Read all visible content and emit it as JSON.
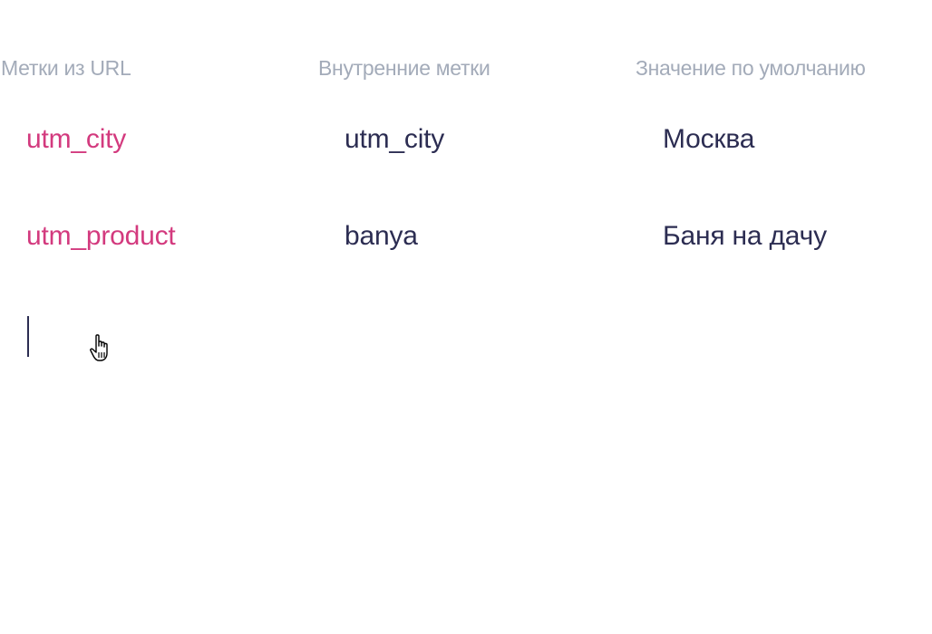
{
  "columns": [
    {
      "label": "Метки из URL"
    },
    {
      "label": "Внутренние метки"
    },
    {
      "label": "Значение по умолчанию"
    }
  ],
  "rows": [
    {
      "url_tag": "utm_city",
      "internal_tag": "utm_city",
      "default_value": "Москва"
    },
    {
      "url_tag": "utm_product",
      "internal_tag": "banya",
      "default_value": "Баня на дачу"
    }
  ],
  "new_row": {
    "url_tag": "",
    "internal_tag": "",
    "default_value": ""
  },
  "colors": {
    "header": "#a3abb9",
    "url_tag": "#d33a7e",
    "value": "#2c2d52",
    "background": "#ffffff"
  },
  "cursor": {
    "type": "hand-pointer"
  }
}
